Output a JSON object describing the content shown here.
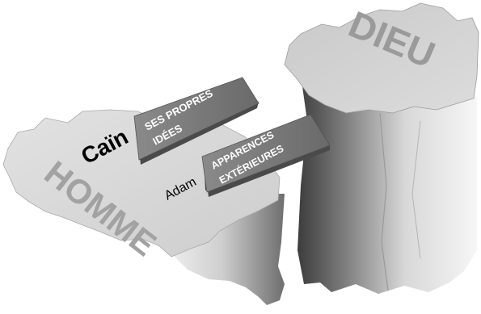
{
  "illustration": {
    "left_rock_label": "HOMME",
    "right_rock_label": "DIEU",
    "figures": [
      {
        "name": "Caïn",
        "plank_lines": [
          "SES PROPRES",
          "IDÉES"
        ]
      },
      {
        "name": "Adam",
        "plank_lines": [
          "APPARENCES",
          "EXTÉRIEURES"
        ]
      }
    ]
  }
}
